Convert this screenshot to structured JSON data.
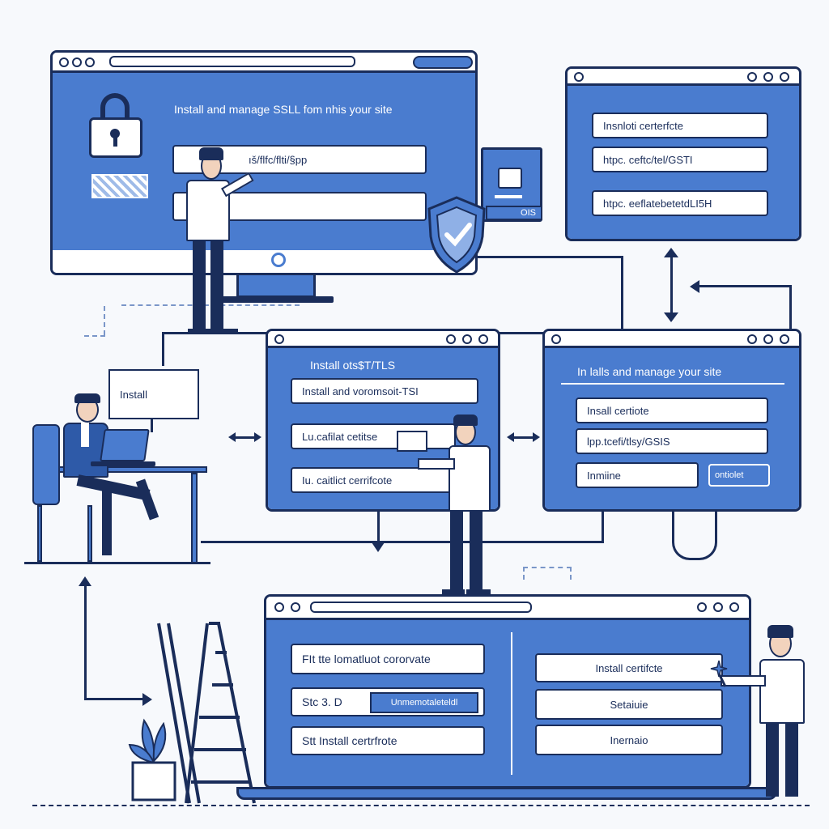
{
  "main_window": {
    "heading": "Install and manage SSLL fom nhis your site",
    "url_field": "ıš/flfc/flti/§pp",
    "empty_field": ""
  },
  "cert_badge": {
    "label": "OIS"
  },
  "right_top_window": {
    "fields": [
      "Insnloti certerfcte",
      "htpc. ceftc/tel/GSTI",
      "htpc. eeflatebetetdLI5H"
    ]
  },
  "desk_panel": {
    "label": "Install"
  },
  "center_window": {
    "heading": "Install ots$T/TLS",
    "fields": [
      "Install and voromsoit-TSI",
      "Lu.cafilat cetitse",
      "Iu. caitlict cerrifcote"
    ]
  },
  "right_mid_window": {
    "heading": "In lalls and manage your site",
    "fields": [
      "Insall certiote",
      "lpp.tcefi/tlsy/GSIS",
      "Inmiine"
    ],
    "button": "ontiolet"
  },
  "bottom_window": {
    "left_fields": [
      "FIt tte lomatluot cororvate",
      "Stc 3. D",
      "Stt  Install certrfrote"
    ],
    "inline_button": "Unmemotaleteldl",
    "right_fields": [
      "Install certifcte",
      "Setaiuie",
      "Inernaio"
    ]
  },
  "colors": {
    "primary": "#4a7ccf",
    "outline": "#1a2d5a",
    "background": "#f7f9fc"
  },
  "icons": [
    "lock-icon",
    "shield-check-icon",
    "document-lock-icon",
    "plant-icon",
    "ladder-icon",
    "laptop-icon",
    "arrow-left-right-icon",
    "arrow-up-down-icon"
  ]
}
